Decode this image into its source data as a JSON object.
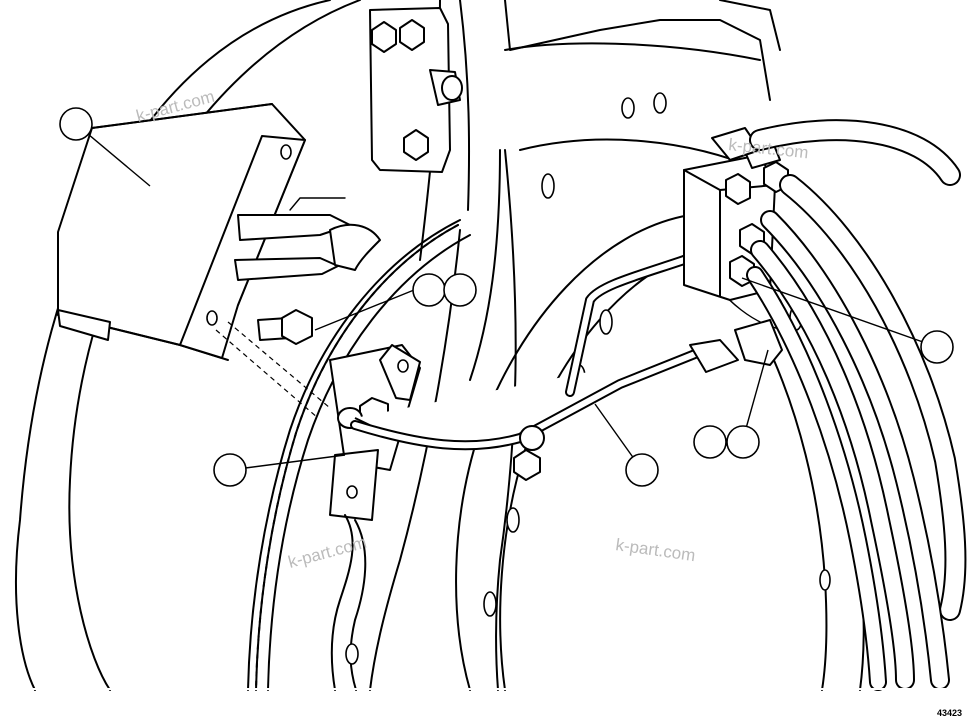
{
  "diagram": {
    "watermarks": [
      "k-part.com",
      "k-part.com",
      "k-part.com",
      "k-part.com"
    ],
    "document_number": "43423",
    "callouts": [
      {
        "id": "callout-module-box",
        "label": ""
      },
      {
        "id": "callout-bolt-a",
        "label": ""
      },
      {
        "id": "callout-bolt-b",
        "label": ""
      },
      {
        "id": "callout-sensor-bracket",
        "label": ""
      },
      {
        "id": "callout-brake-line",
        "label": ""
      },
      {
        "id": "callout-fitting-a",
        "label": ""
      },
      {
        "id": "callout-fitting-b",
        "label": ""
      },
      {
        "id": "callout-valve-block",
        "label": ""
      }
    ]
  }
}
